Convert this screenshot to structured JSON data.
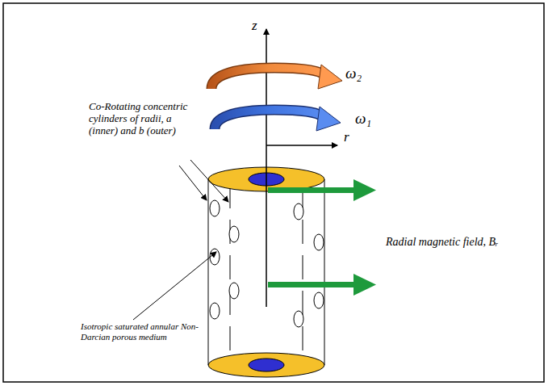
{
  "diagram": {
    "labels": [
      "z",
      "ω₂",
      "ω₁",
      "r",
      "Co-Rotating concentric cylinders of radii, a (inner) and b (outer)",
      "Radial magnetic field, Bᵣ",
      "Isotropic saturated annular Non-Darcian porous medium"
    ]
  }
}
